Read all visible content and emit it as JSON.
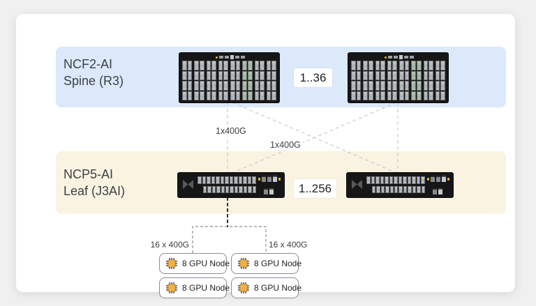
{
  "spine": {
    "label_line1": "NCF2-AI",
    "label_line2": "Spine (R3)",
    "count": "1..36"
  },
  "leaf": {
    "label_line1": "NCP5-AI",
    "label_line2": "Leaf (J3AI)",
    "count": "1..256"
  },
  "links": {
    "uplink_label_left": "1x400G",
    "uplink_label_right": "1x400G",
    "downlink_label_left": "16 x 400G",
    "downlink_label_right": "16 x 400G"
  },
  "gpu_nodes": [
    {
      "label": "8 GPU Node",
      "icon": "chip-icon"
    },
    {
      "label": "8 GPU Node",
      "icon": "chip-icon"
    },
    {
      "label": "8 GPU Node",
      "icon": "chip-icon"
    },
    {
      "label": "8 GPU Node",
      "icon": "chip-icon"
    }
  ],
  "colors": {
    "spine_band_bg": "#dce9fb",
    "leaf_band_bg": "#faf3e2",
    "chip_body": "#f1b049",
    "switch_chassis": "#161616",
    "wire_gray": "#c7cad0",
    "wire_dark": "#2e2e2e",
    "card_bg": "#ffffff",
    "page_bg": "#f0f0f1"
  }
}
